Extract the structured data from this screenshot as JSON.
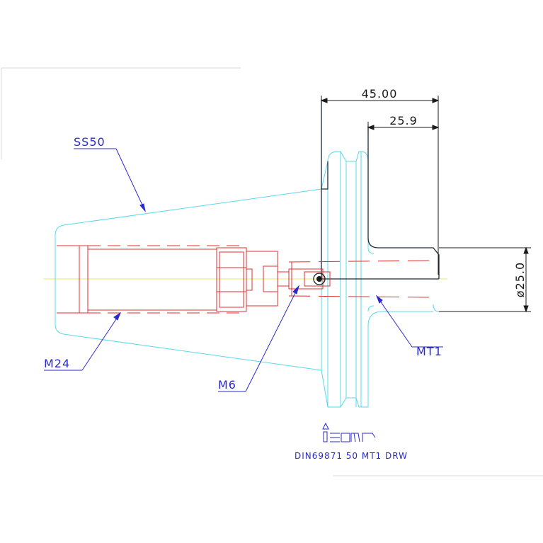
{
  "dimensions": {
    "overall_length": "45.00",
    "inner_length": "25.9",
    "diameter": "ø25.0"
  },
  "callouts": {
    "holder": "SS50",
    "drawbar_thread": "M24",
    "screw_thread": "M6",
    "taper": "MT1"
  },
  "footer": {
    "logo_text": "iscar",
    "caption": "DIN69871 50 MT1 DRW"
  },
  "colors": {
    "holder_outline": "#5ad8e8",
    "thread_lines": "#e03030",
    "dimension_lines": "#1a1a1a",
    "callout_text": "#2a2acc",
    "centerline": "#e8e860",
    "border": "#d8d8d8"
  }
}
